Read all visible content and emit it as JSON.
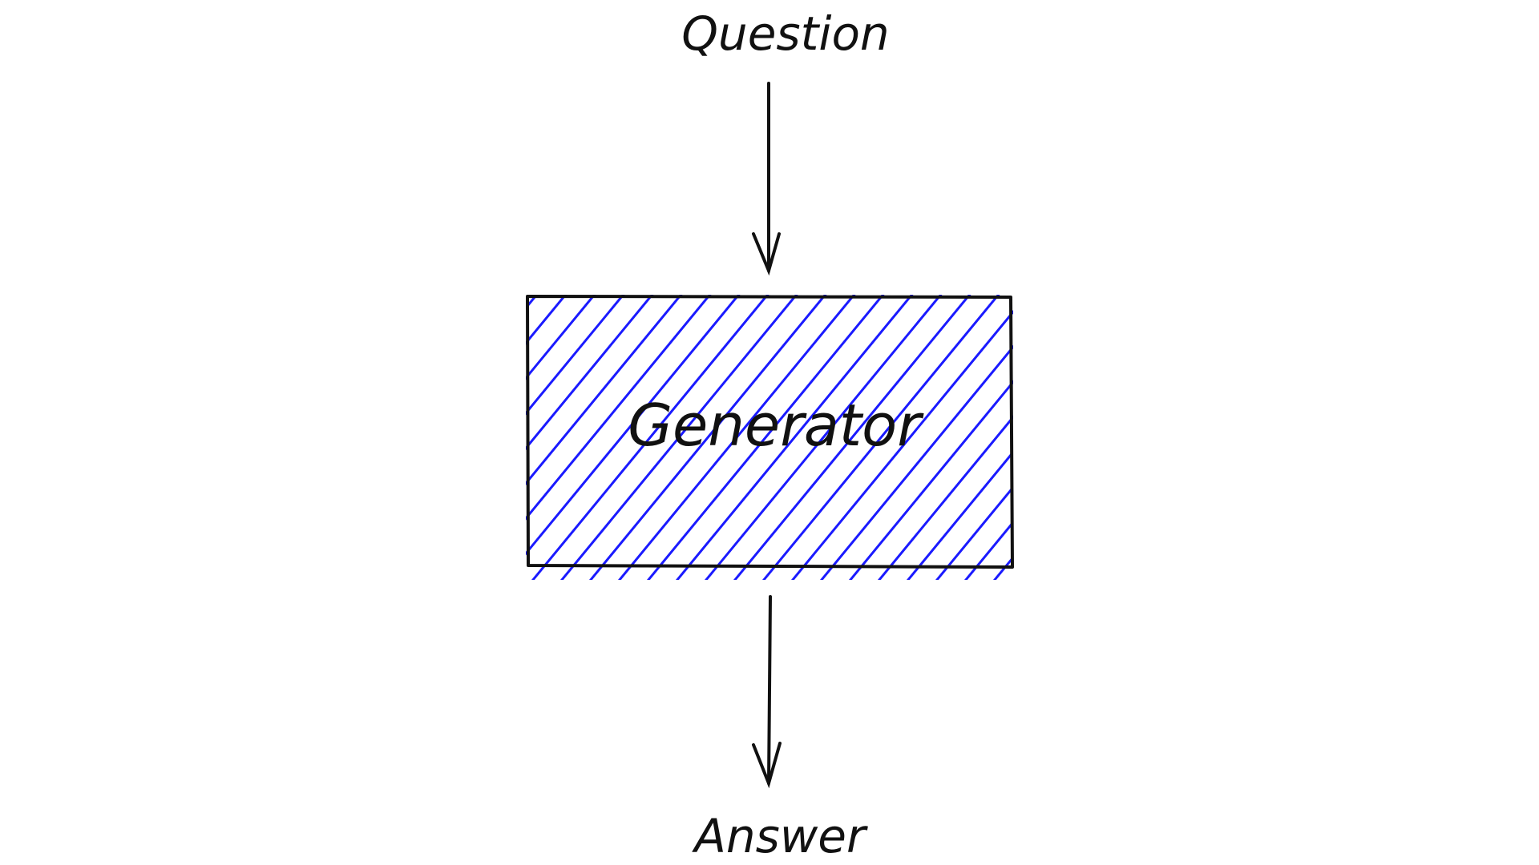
{
  "diagram": {
    "nodes": [
      {
        "id": "question",
        "label": "Question",
        "kind": "text"
      },
      {
        "id": "generator",
        "label": "Generator",
        "kind": "box",
        "fill": "hatched",
        "hatch_color": "#1a1aff"
      },
      {
        "id": "answer",
        "label": "Answer",
        "kind": "text"
      }
    ],
    "edges": [
      {
        "from": "question",
        "to": "generator"
      },
      {
        "from": "generator",
        "to": "answer"
      }
    ],
    "colors": {
      "stroke": "#111111",
      "hatch": "#1a1aff",
      "background": "#ffffff"
    }
  }
}
